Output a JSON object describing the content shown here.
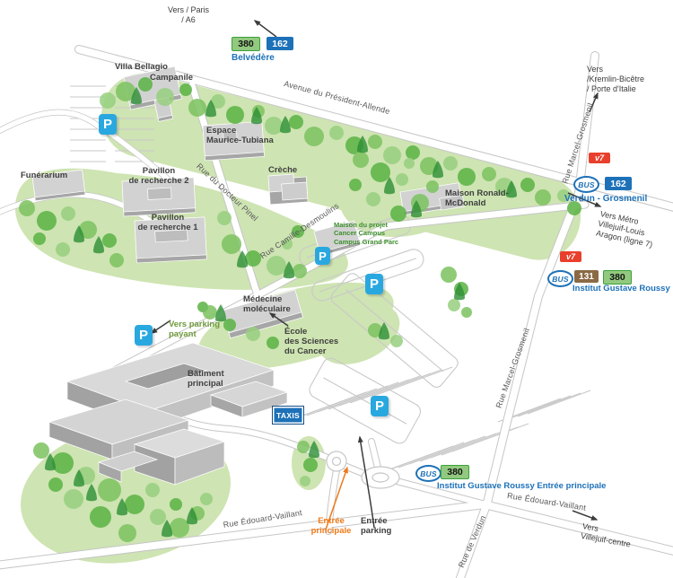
{
  "badges": {
    "bus": "BUS",
    "v7": "v7",
    "p": "P",
    "taxis": "TAXIS",
    "n380": "380",
    "n162": "162",
    "n131": "131"
  },
  "stops": {
    "belvedere": "Belvédère",
    "verdun_grosmenil": "Verdun - Grosmenil",
    "igr": "Institut Gustave Roussy",
    "igr_entree": "Institut Gustave Roussy Entrée principale"
  },
  "directions": {
    "paris": "Vers / Paris\n/ A6",
    "kremlin": "Vers\n/Kremlin-Bicêtre\n/ Porte d'Italie",
    "metro": "Vers Métro\nVillejuif-Louis\nAragon (ligne 7)",
    "villejuif": "Vers\nVillejuif-centre"
  },
  "streets": {
    "allende": "Avenue du Président-Allende",
    "pinel": "Rue du Docteur Pinel",
    "desmoulins": "Rue Camille-Desmoulins",
    "grosmenil_top": "Rue Marcel-Grosmenil",
    "grosmenil_bottom": "Rue Marcel-Grosmenil",
    "vaillant_left": "Rue Édouard-Vaillant",
    "vaillant_right": "Rue Édouard-Vaillant",
    "verdun": "Rue de Verdun"
  },
  "buildings": {
    "villa": "Villa Bellagio",
    "campanile": "Campanile",
    "espace": "Espace\nMaurice-Tubiana",
    "creche": "Crèche",
    "funerarium": "Funérarium",
    "pav2": "Pavillon\nde recherche 2",
    "pav1": "Pavillon\nde recherche 1",
    "ronald": "Maison Ronald-\nMcDonald",
    "maison_projet": "Maison du projet\nCancer Campus\nCampus Grand Parc",
    "medecine": "Médecine\nmoléculaire",
    "ecole": "École\ndes Sciences\ndu Cancer",
    "batiment": "Bâtiment\nprincipal"
  },
  "labels": {
    "parking_payant": "Vers parking\npayant",
    "entree_principale": "Entrée\nprincipale",
    "entree_parking": "Entrée\nparking"
  },
  "colors": {
    "blue": "#1d71b8",
    "parking_blue": "#29a8e0",
    "red": "#e8402c",
    "brown": "#8a6a45",
    "green_badge": "#92c97f",
    "orange": "#ef7918",
    "green_text": "#3e8f2e",
    "map_green": "#cee4b2"
  }
}
